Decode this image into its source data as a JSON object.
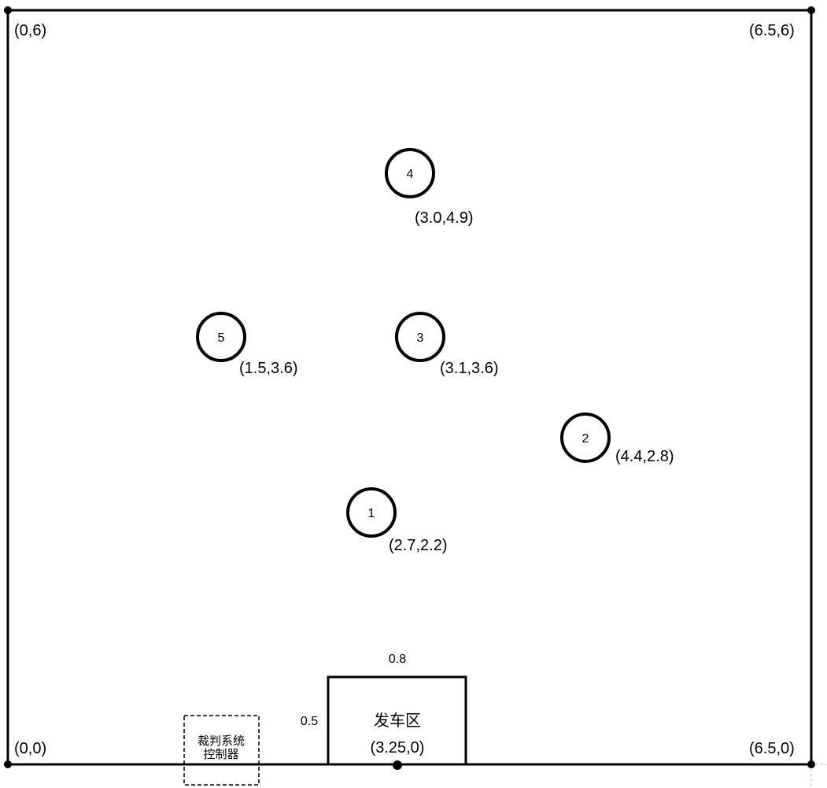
{
  "field": {
    "corners": [
      {
        "id": "bottom-left",
        "label": "(0,0)"
      },
      {
        "id": "top-left",
        "label": "(0,6)"
      },
      {
        "id": "top-right",
        "label": "(6.5,6)"
      },
      {
        "id": "bottom-right",
        "label": "(6.5,0)"
      }
    ]
  },
  "targets": [
    {
      "number": "1",
      "coord_label": "(2.7,2.2)"
    },
    {
      "number": "2",
      "coord_label": "(4.4,2.8)"
    },
    {
      "number": "3",
      "coord_label": "(3.1,3.6)"
    },
    {
      "number": "4",
      "coord_label": "(3.0,4.9)"
    },
    {
      "number": "5",
      "coord_label": "(1.5,3.6)"
    }
  ],
  "start_zone": {
    "label": "发车区",
    "coord_label": "(3.25,0)",
    "width_label": "0.8",
    "height_label": "0.5"
  },
  "referee_controller": {
    "line1": "裁判系统",
    "line2": "控制器"
  },
  "colors": {
    "stroke": "#000000",
    "background": "#ffffff"
  }
}
